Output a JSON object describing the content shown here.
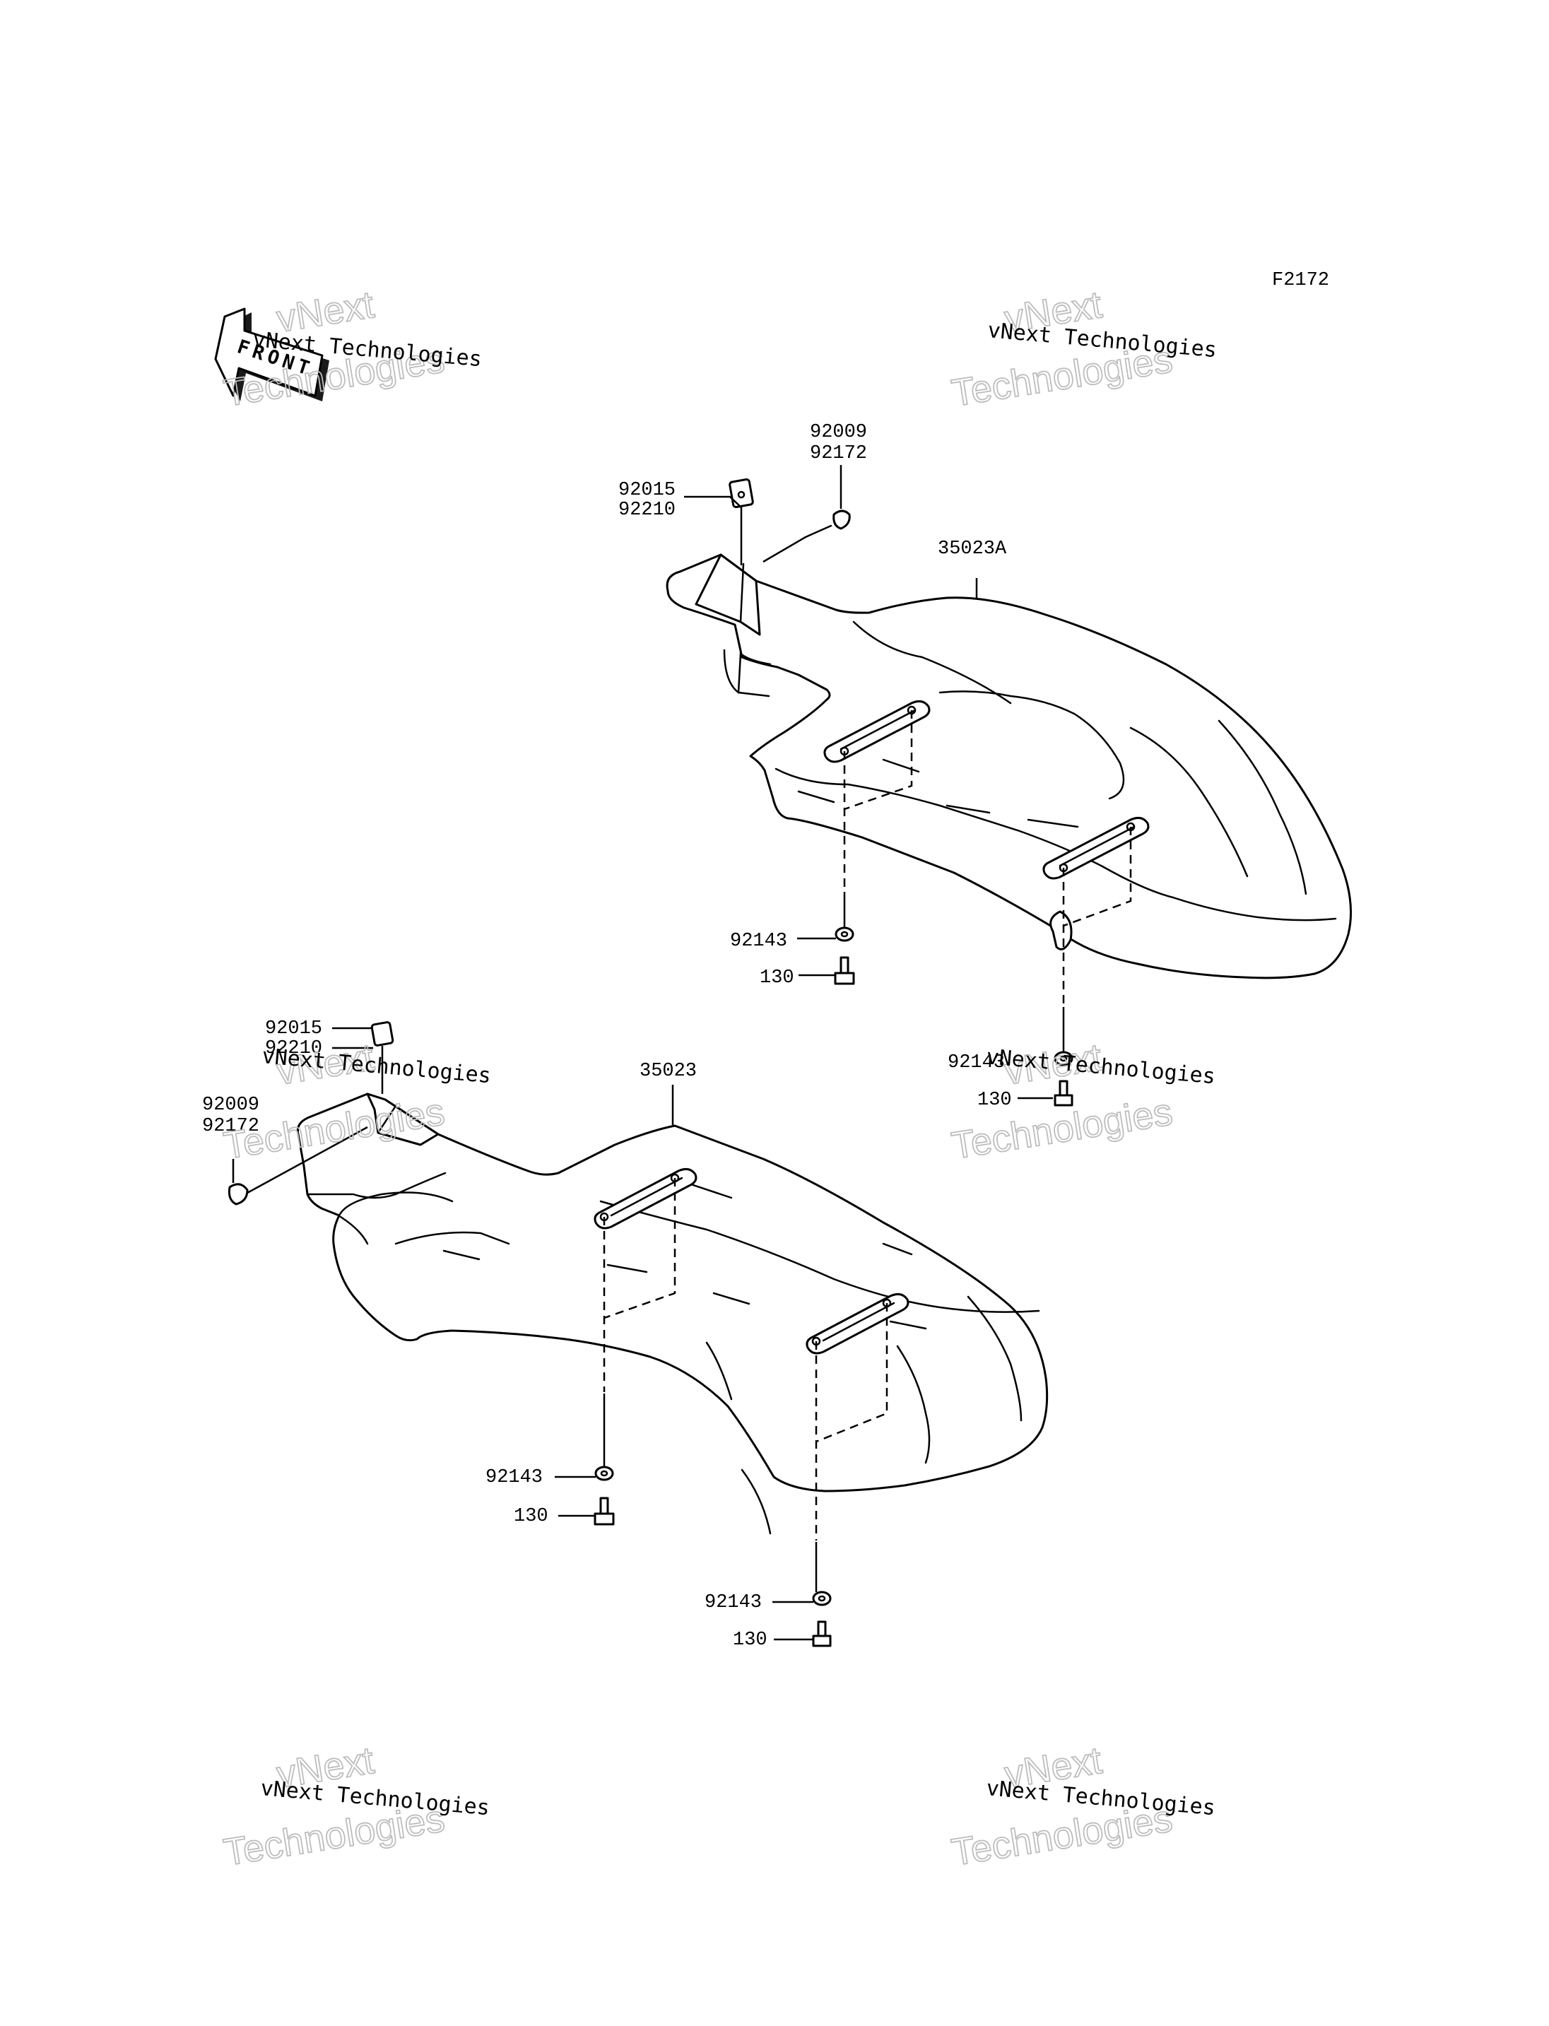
{
  "figure_code": "F2172",
  "front_arrow_text": "FRONT",
  "watermark": {
    "name": "vNext Technologies",
    "big_word_1": "vNext",
    "big_word_2": "Technologies"
  },
  "upper_assembly": {
    "label_fender": "35023A",
    "label_nut": "92015",
    "label_nut_alt": "92210",
    "label_screw": "92009",
    "label_screw_alt": "92172",
    "label_washer_1": "92143",
    "label_bolt_1": "130",
    "label_washer_2": "92143",
    "label_bolt_2": "130"
  },
  "lower_assembly": {
    "label_fender": "35023",
    "label_nut": "92015",
    "label_nut_alt": "92210",
    "label_screw": "92009",
    "label_screw_alt": "92172",
    "label_washer_1": "92143",
    "label_bolt_1": "130",
    "label_washer_2": "92143",
    "label_bolt_2": "130"
  }
}
